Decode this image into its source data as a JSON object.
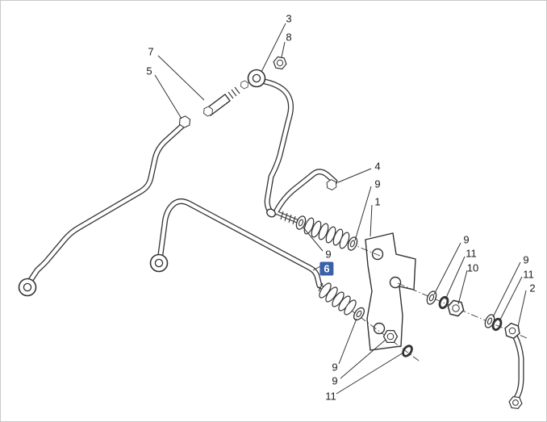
{
  "diagram": {
    "type": "exploded-parts-diagram",
    "background_color": "#ffffff",
    "border_color": "#c9c9c9",
    "line_color": "#333333",
    "highlight_background_color": "#3a61a8",
    "highlight_text_color": "#ffffff",
    "callouts": [
      {
        "label": "3",
        "highlighted": false
      },
      {
        "label": "8",
        "highlighted": false
      },
      {
        "label": "7",
        "highlighted": false
      },
      {
        "label": "5",
        "highlighted": false
      },
      {
        "label": "4",
        "highlighted": false
      },
      {
        "label": "9",
        "highlighted": false
      },
      {
        "label": "1",
        "highlighted": false
      },
      {
        "label": "9",
        "highlighted": false
      },
      {
        "label": "6",
        "highlighted": true
      },
      {
        "label": "9",
        "highlighted": false
      },
      {
        "label": "11",
        "highlighted": false
      },
      {
        "label": "10",
        "highlighted": false
      },
      {
        "label": "9",
        "highlighted": false
      },
      {
        "label": "11",
        "highlighted": false
      },
      {
        "label": "2",
        "highlighted": false
      },
      {
        "label": "9",
        "highlighted": false
      },
      {
        "label": "9",
        "highlighted": false
      },
      {
        "label": "11",
        "highlighted": false
      }
    ]
  }
}
